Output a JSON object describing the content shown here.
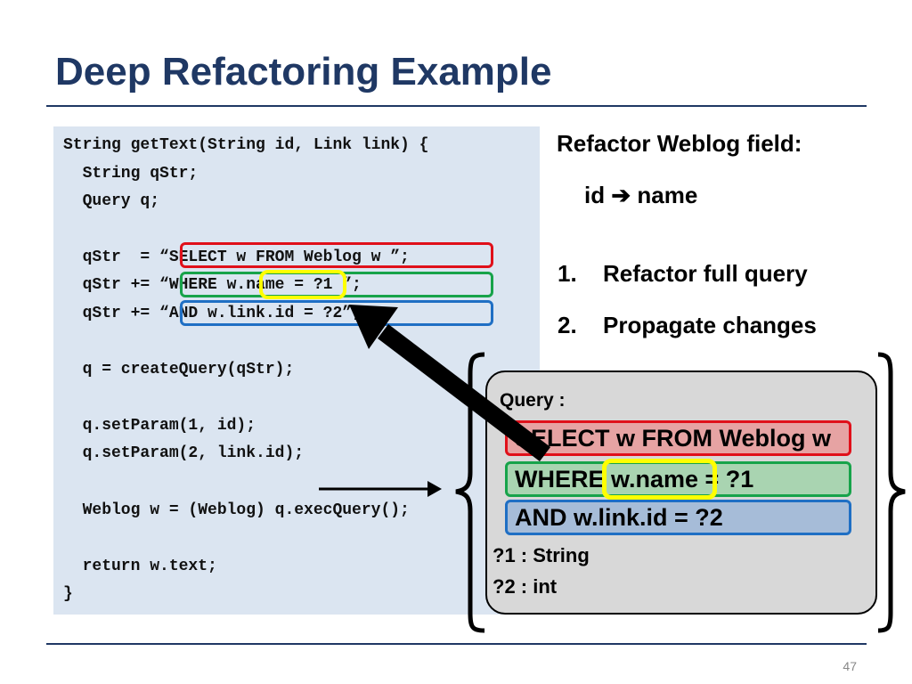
{
  "slide": {
    "title": "Deep Refactoring Example",
    "page_number": "47"
  },
  "code": {
    "lines": [
      "String getText(String id, Link link) {",
      "  String qStr;",
      "  Query q;",
      "",
      "  qStr  = “SELECT w FROM Weblog w ”;",
      "  qStr += “WHERE w.name = ?1 ”;",
      "  qStr += “AND w.link.id = ?2”;",
      "",
      "  q = createQuery(qStr);",
      "",
      "  q.setParam(1, id);",
      "  q.setParam(2, link.id);",
      "",
      "  Weblog w = (Weblog) q.execQuery();",
      "",
      "  return w.text;",
      "}"
    ]
  },
  "right_text": {
    "heading": "Refactor Weblog field:",
    "rename_from": "id",
    "rename_arrow": "➔",
    "rename_to": "name",
    "steps": [
      {
        "num": "1.",
        "label": "Refactor full query"
      },
      {
        "num": "2.",
        "label": "Propagate changes"
      }
    ]
  },
  "query_panel": {
    "label": "Query :",
    "parts": [
      {
        "text": "SELECT w FROM Weblog w",
        "fill": "#e6a3a3",
        "border": "#e0101a"
      },
      {
        "text": "WHERE w.name = ?1",
        "fill": "#a9d4b1",
        "border": "#17a34a"
      },
      {
        "text": "AND w.link.id = ?2",
        "fill": "#a6bcd8",
        "border": "#1f6fc4"
      }
    ],
    "params": [
      "?1 : String",
      "?2 : int"
    ]
  },
  "colors": {
    "title": "#1f3864",
    "code_bg": "#dbe5f1",
    "red": "#e0101a",
    "green": "#17a34a",
    "blue": "#1f6fc4",
    "yellow": "#ffff00"
  }
}
